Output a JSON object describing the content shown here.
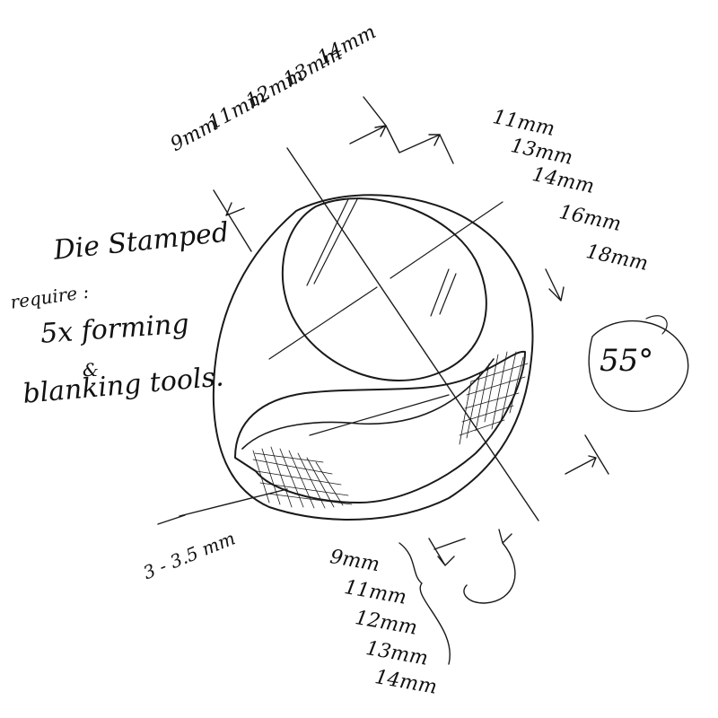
{
  "notes": {
    "title": "Die Stamped",
    "line1": "require :",
    "line2": "5x forming",
    "line3": "&",
    "line4": "blanking tools."
  },
  "angle_label": "55°",
  "top_widths": [
    "9mm",
    "11mm",
    "12mm",
    "13mm",
    "14mm"
  ],
  "right_widths": [
    "11mm",
    "13mm",
    "14mm",
    "16mm",
    "18mm"
  ],
  "bottom_widths": [
    "9mm",
    "11mm",
    "12mm",
    "13mm",
    "14mm"
  ],
  "band_thickness": "3 - 3.5 mm"
}
